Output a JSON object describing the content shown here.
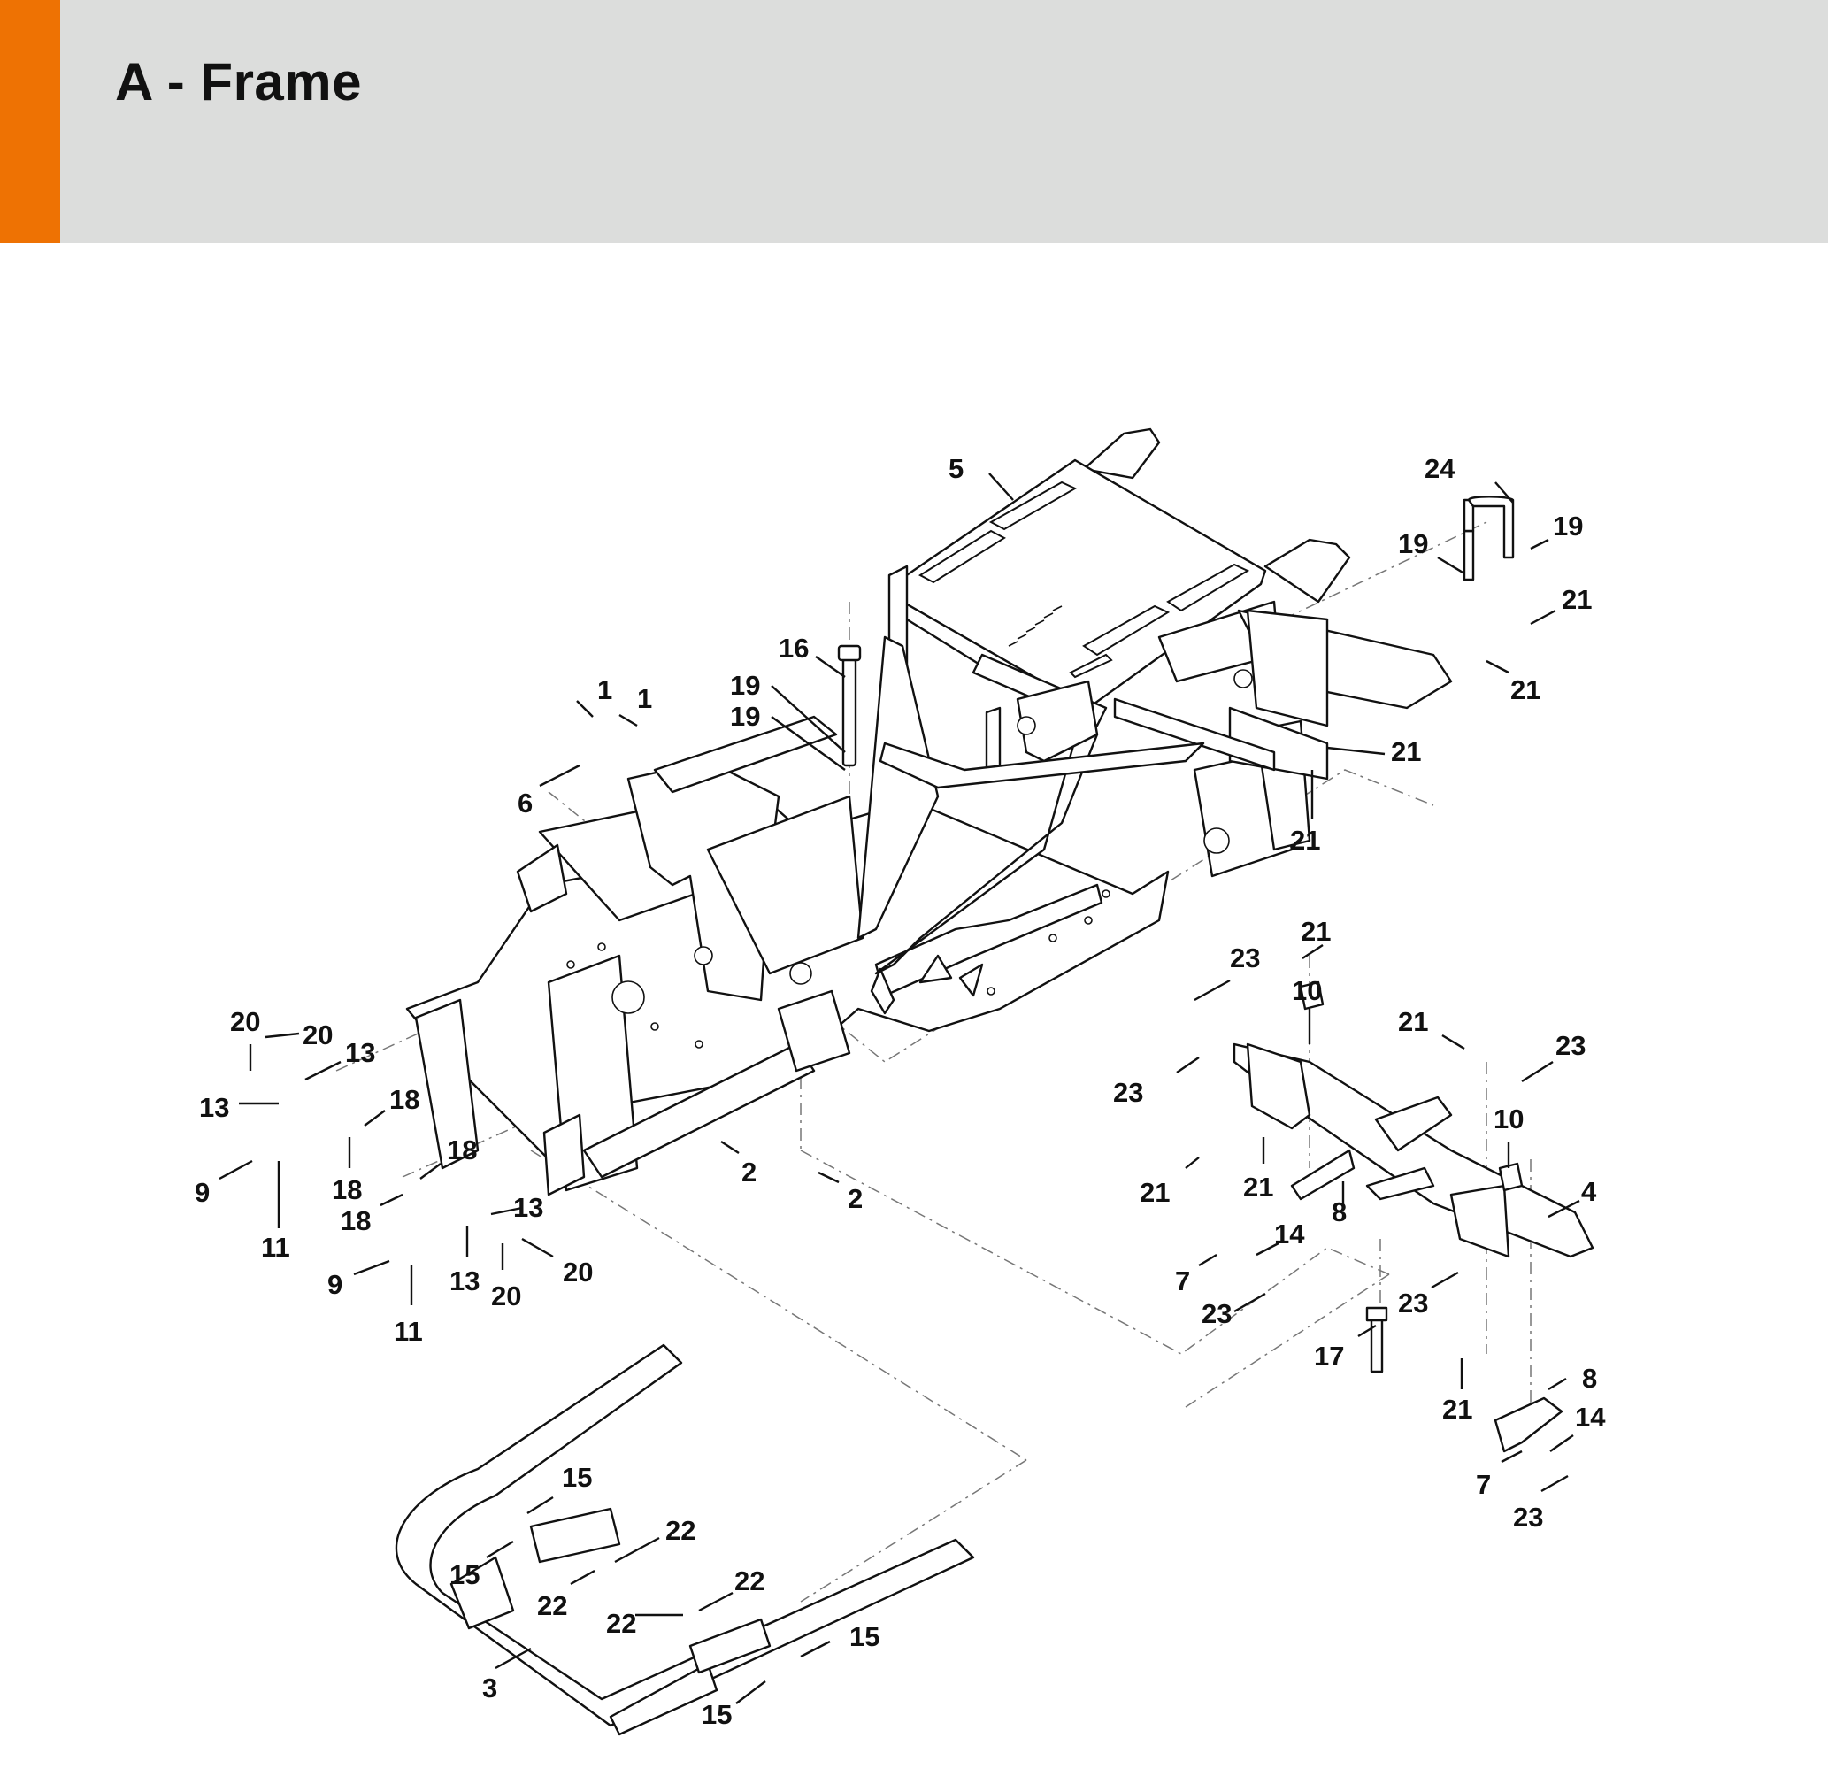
{
  "page": {
    "title": "A - Frame",
    "accent_color": "#ee7203",
    "header_color": "#dcdddc"
  },
  "callouts": [
    {
      "label": "5"
    },
    {
      "label": "24"
    },
    {
      "label": "19"
    },
    {
      "label": "19"
    },
    {
      "label": "21"
    },
    {
      "label": "21"
    },
    {
      "label": "21"
    },
    {
      "label": "21"
    },
    {
      "label": "16"
    },
    {
      "label": "1"
    },
    {
      "label": "1"
    },
    {
      "label": "19"
    },
    {
      "label": "19"
    },
    {
      "label": "6"
    },
    {
      "label": "20"
    },
    {
      "label": "20"
    },
    {
      "label": "13"
    },
    {
      "label": "13"
    },
    {
      "label": "18"
    },
    {
      "label": "18"
    },
    {
      "label": "18"
    },
    {
      "label": "18"
    },
    {
      "label": "9"
    },
    {
      "label": "11"
    },
    {
      "label": "9"
    },
    {
      "label": "11"
    },
    {
      "label": "13"
    },
    {
      "label": "13"
    },
    {
      "label": "20"
    },
    {
      "label": "20"
    },
    {
      "label": "2"
    },
    {
      "label": "2"
    },
    {
      "label": "21"
    },
    {
      "label": "23"
    },
    {
      "label": "10"
    },
    {
      "label": "21"
    },
    {
      "label": "23"
    },
    {
      "label": "23"
    },
    {
      "label": "10"
    },
    {
      "label": "4"
    },
    {
      "label": "21"
    },
    {
      "label": "21"
    },
    {
      "label": "8"
    },
    {
      "label": "14"
    },
    {
      "label": "7"
    },
    {
      "label": "23"
    },
    {
      "label": "23"
    },
    {
      "label": "17"
    },
    {
      "label": "21"
    },
    {
      "label": "8"
    },
    {
      "label": "14"
    },
    {
      "label": "7"
    },
    {
      "label": "23"
    },
    {
      "label": "15"
    },
    {
      "label": "15"
    },
    {
      "label": "22"
    },
    {
      "label": "22"
    },
    {
      "label": "22"
    },
    {
      "label": "22"
    },
    {
      "label": "15"
    },
    {
      "label": "15"
    },
    {
      "label": "3"
    }
  ]
}
